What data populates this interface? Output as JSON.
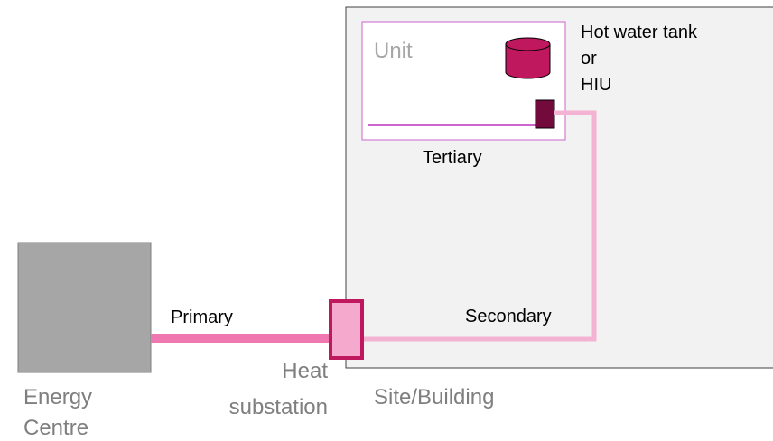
{
  "colors": {
    "building_fill": "#f2f2f2",
    "building_border": "#404040",
    "unit_border": "#cc66cc",
    "unit_label": "#a6a6a6",
    "unit_line": "#cc66cc",
    "tank_fill": "#c0185f",
    "hiu_fill": "#730a3c",
    "energy_centre_fill": "#a6a6a6",
    "energy_centre_border": "#7f7f7f",
    "primary_pipe": "#ef78b0",
    "secondary_pipe": "#f5b3d3",
    "substation_fill": "#f5a9cc",
    "substation_border": "#c0185f",
    "grey_label": "#7f7f7f"
  },
  "labels": {
    "unit": "Unit",
    "hot_water_line1": "Hot water tank",
    "hot_water_line2": "or",
    "hot_water_line3": "HIU",
    "tertiary": "Tertiary",
    "primary": "Primary",
    "secondary": "Secondary",
    "heat_substation_line1": "Heat",
    "heat_substation_line2": "substation",
    "energy_centre_line1": "Energy",
    "energy_centre_line2": "Centre",
    "site_building": "Site/Building"
  }
}
